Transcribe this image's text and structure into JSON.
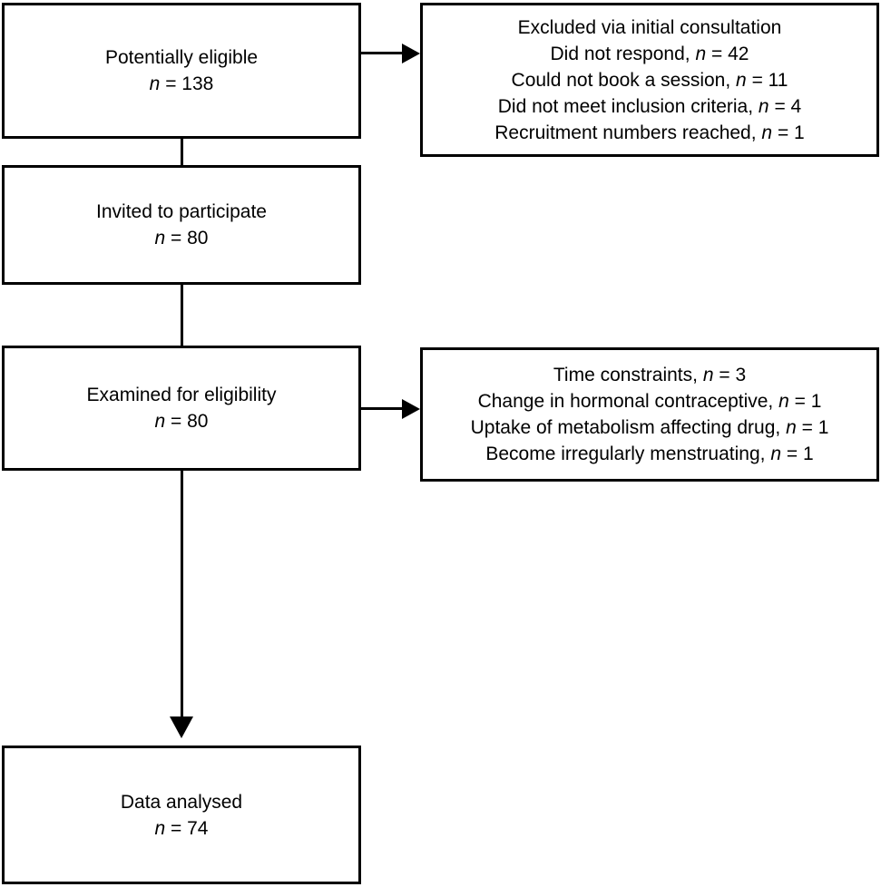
{
  "diagram": {
    "type": "participant-flow-diagram",
    "title": "",
    "colors": {
      "stroke": "#000000",
      "background": "#ffffff",
      "text": "#000000"
    },
    "nodes": {
      "potentially_eligible": {
        "label": "Potentially eligible",
        "count_label": "n",
        "count_value": "= 138"
      },
      "invited": {
        "label": "Invited to participate",
        "count_label": "n",
        "count_value": "= 80"
      },
      "examined": {
        "label": "Examined for eligibility",
        "count_label": "n",
        "count_value": "= 80"
      },
      "data_analysed": {
        "label": "Data analysed",
        "count_label": "n",
        "count_value": "= 74"
      },
      "excluded_initial": {
        "heading": "Excluded via initial consultation",
        "reasons": [
          {
            "text": "Did not respond,",
            "count_label": "n",
            "count_value": "= 42"
          },
          {
            "text": "Could not book a session,",
            "count_label": "n",
            "count_value": "= 11"
          },
          {
            "text": "Did not meet inclusion criteria,",
            "count_label": "n",
            "count_value": "= 4"
          },
          {
            "text": "Recruitment numbers reached,",
            "count_label": "n",
            "count_value": "= 1"
          }
        ]
      },
      "excluded_eligibility": {
        "heading": "",
        "reasons": [
          {
            "text": "Time constraints,",
            "count_label": "n",
            "count_value": "= 3"
          },
          {
            "text": "Change in hormonal contraceptive,",
            "count_label": "n",
            "count_value": "= 1"
          },
          {
            "text": "Uptake of metabolism affecting drug,",
            "count_label": "n",
            "count_value": "= 1"
          },
          {
            "text": "Become irregularly menstruating,",
            "count_label": "n",
            "count_value": "= 1"
          }
        ]
      }
    },
    "connectors": [
      {
        "from": "potentially_eligible",
        "to": "invited",
        "direction": "down",
        "arrowhead": false
      },
      {
        "from": "potentially_eligible",
        "to": "excluded_initial",
        "direction": "right",
        "arrowhead": true
      },
      {
        "from": "invited",
        "to": "examined",
        "direction": "down",
        "arrowhead": false
      },
      {
        "from": "examined",
        "to": "excluded_eligibility",
        "direction": "right",
        "arrowhead": true
      },
      {
        "from": "examined",
        "to": "data_analysed",
        "direction": "down",
        "arrowhead": true
      }
    ]
  }
}
